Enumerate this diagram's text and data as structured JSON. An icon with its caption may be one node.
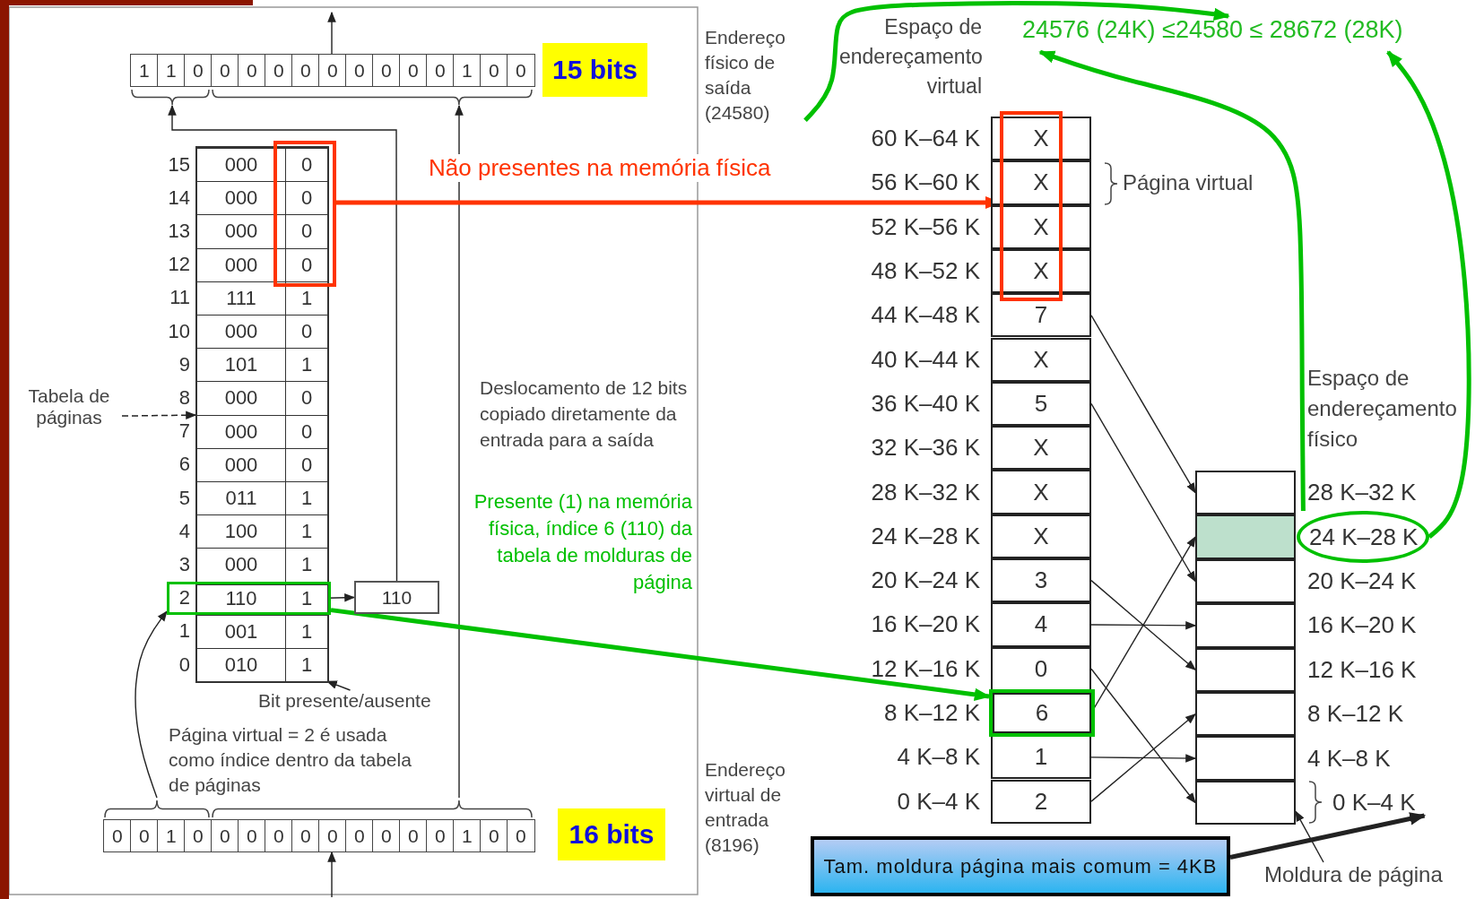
{
  "diagram": {
    "nodes": [
      {
        "text": [
          "1",
          "1",
          "0",
          "0",
          "0",
          "0",
          "0",
          "0",
          "0",
          "0",
          "0",
          "0",
          "1",
          "0",
          "0"
        ]
      },
      {
        "text": [
          "15 bits"
        ]
      },
      {
        "text": [],
        "shape": "box"
      },
      {
        "text": [],
        "shape": "box"
      },
      {
        "text": [
          "000",
          "0"
        ],
        "beside": [
          "15"
        ],
        "in": 2
      },
      {
        "text": [
          "000",
          "0"
        ],
        "beside": [
          "14"
        ],
        "in": 2
      },
      {
        "text": [
          "000",
          "0"
        ],
        "beside": [
          "13"
        ],
        "in": 2
      },
      {
        "text": [
          "000",
          "0"
        ],
        "beside": [
          "12"
        ],
        "in": 2
      },
      {
        "text": [
          "111",
          "1"
        ],
        "beside": [
          "11"
        ],
        "in": 2
      },
      {
        "text": [
          "000",
          "0"
        ],
        "beside": [
          "10"
        ],
        "in": 2
      },
      {
        "text": [
          "101",
          "1"
        ],
        "beside": [
          "9"
        ],
        "in": 2
      },
      {
        "text": [
          "000",
          "0"
        ],
        "beside": [
          "8"
        ],
        "in": 2
      },
      {
        "text": [
          "000",
          "0"
        ],
        "beside": [
          "7"
        ],
        "in": 2
      },
      {
        "text": [
          "000",
          "0"
        ],
        "beside": [
          "6"
        ],
        "in": 2
      },
      {
        "text": [
          "011",
          "1"
        ],
        "beside": [
          "5"
        ],
        "in": 2
      },
      {
        "text": [
          "100",
          "1"
        ],
        "beside": [
          "4"
        ],
        "in": 2
      },
      {
        "text": [
          "000",
          "1"
        ],
        "beside": [
          "3"
        ],
        "in": 2
      },
      {
        "text": [
          "110",
          "1"
        ],
        "beside": [
          "2"
        ],
        "in": 3
      },
      {
        "text": [
          "001",
          "1"
        ],
        "beside": [
          "1"
        ],
        "in": 2
      },
      {
        "text": [
          "010",
          "1"
        ],
        "beside": [
          "0"
        ],
        "in": 2
      },
      {
        "text": [],
        "shape": "box"
      },
      {
        "text": [
          "110"
        ]
      },
      {
        "text": [
          "Tabela de páginas"
        ]
      },
      {
        "text": [
          "Bit presente/ausente"
        ]
      },
      {
        "text": [
          "0",
          "0",
          "1",
          "0",
          "0",
          "0",
          "0",
          "0",
          "0",
          "0",
          "0",
          "0",
          "0",
          "1",
          "0",
          "0"
        ]
      },
      {
        "text": [
          "16 bits"
        ]
      },
      {
        "text": [
          "Endereço físico de saída (24580)"
        ]
      },
      {
        "text": [
          "24576 (24K) ≤24580 ≤ 28672 (28K)"
        ]
      },
      {
        "text": [],
        "shape": "box"
      },
      {
        "text": [],
        "shape": "box"
      },
      {
        "text": [
          "X"
        ],
        "beside": [
          "60 K–64 K"
        ]
      },
      {
        "text": [
          "X"
        ],
        "beside": [
          "56 K–60 K"
        ]
      },
      {
        "text": [
          "X"
        ],
        "beside": [
          "52 K–56 K"
        ]
      },
      {
        "text": [
          "X"
        ],
        "beside": [
          "48 K–52 K"
        ]
      },
      {
        "text": [
          "7"
        ],
        "beside": [
          "44 K–48 K"
        ]
      },
      {
        "text": [
          "X"
        ],
        "beside": [
          "40 K–44 K"
        ]
      },
      {
        "text": [
          "5"
        ],
        "beside": [
          "36 K–40 K"
        ]
      },
      {
        "text": [
          "X"
        ],
        "beside": [
          "32 K–36 K"
        ]
      },
      {
        "text": [
          "X"
        ],
        "beside": [
          "28 K–32 K"
        ]
      },
      {
        "text": [
          "X"
        ],
        "beside": [
          "24 K–28 K"
        ]
      },
      {
        "text": [
          "3"
        ],
        "beside": [
          "20 K–24 K"
        ]
      },
      {
        "text": [
          "4"
        ],
        "beside": [
          "16 K–20 K"
        ]
      },
      {
        "text": [
          "0"
        ],
        "beside": [
          "12 K–16 K"
        ]
      },
      {
        "text": [
          "6"
        ],
        "beside": [
          "8 K–12 K"
        ],
        "in": 29
      },
      {
        "text": [
          "1"
        ],
        "beside": [
          "4 K–8 K"
        ]
      },
      {
        "text": [
          "2"
        ],
        "beside": [
          "0 K–4 K"
        ]
      },
      {
        "text": [
          "24 K–28 K"
        ]
      },
      {
        "text": [],
        "shape": "box",
        "beside": [
          "28 K–32 K"
        ]
      },
      {
        "text": [],
        "shape": "box"
      },
      {
        "text": [],
        "shape": "box",
        "beside": [
          "20 K–24 K"
        ]
      },
      {
        "text": [],
        "shape": "box",
        "beside": [
          "16 K–20 K"
        ]
      },
      {
        "text": [],
        "shape": "box",
        "beside": [
          "12 K–16 K"
        ]
      },
      {
        "text": [],
        "shape": "box",
        "beside": [
          "8 K–12 K"
        ]
      },
      {
        "text": [],
        "shape": "box",
        "beside": [
          "4 K–8 K"
        ]
      },
      {
        "text": [],
        "shape": "box",
        "beside": [
          "0 K–4 K"
        ]
      },
      {
        "text": [
          "Tam. moldura página mais comum = 4KB"
        ]
      },
      {
        "text": [
          "Moldura de página"
        ]
      }
    ],
    "edges": [
      {
        "from": 0,
        "to": null,
        "arrow": "to"
      },
      {
        "from": 21,
        "to": 0,
        "arrow": "to"
      },
      {
        "from": 24,
        "to": 0,
        "arrow": "to"
      },
      {
        "from": null,
        "to": 24,
        "arrow": "to"
      },
      {
        "from": 24,
        "to": 3,
        "arrow": "to"
      },
      {
        "from": 17,
        "to": 21,
        "arrow": "to"
      },
      {
        "from": 22,
        "to": 2,
        "arrow": "to",
        "style": "dashed"
      },
      {
        "from": 23,
        "to": 19,
        "arrow": "to"
      },
      {
        "from": 20,
        "to": 28,
        "arrow": "to",
        "style": "thick",
        "color": "#ff3300"
      },
      {
        "from": 3,
        "to": 29,
        "arrow": "to",
        "style": "thick",
        "color": "#00c000"
      },
      {
        "from": 26,
        "to": 27,
        "arrow": "to",
        "style": "thick",
        "color": "#00c000"
      },
      {
        "from": 46,
        "to": 27,
        "arrow": "to",
        "style": "thick",
        "color": "#00c000"
      },
      {
        "from": 46,
        "to": 27,
        "arrow": "to",
        "style": "thick",
        "color": "#00c000"
      },
      {
        "from": 34,
        "to": 47,
        "arrow": "to"
      },
      {
        "from": 36,
        "to": 49,
        "arrow": "to"
      },
      {
        "from": 40,
        "to": 51,
        "arrow": "to"
      },
      {
        "from": 41,
        "to": 50,
        "arrow": "to"
      },
      {
        "from": 42,
        "to": 54,
        "arrow": "to"
      },
      {
        "from": 43,
        "to": 48,
        "arrow": "to"
      },
      {
        "from": 44,
        "to": 53,
        "arrow": "to"
      },
      {
        "from": 45,
        "to": 52,
        "arrow": "to"
      },
      {
        "from": 55,
        "to": 54,
        "arrow": "to",
        "style": "thick"
      },
      {
        "from": 56,
        "to": 54,
        "arrow": "to"
      }
    ],
    "labels": [
      "Não presentes na memória física",
      "Espaço de endereçamento virtual",
      "Página virtual",
      "Deslocamento de 12 bits copiado diretamente da entrada para a saída",
      "Espaço de endereçamento físico",
      "Presente (1) na memória física, índice 6 (110) da tabela de molduras de página",
      "Página virtual = 2 é usada como índice dentro da tabela de páginas",
      "Endereço virtual de entrada (8196)"
    ]
  }
}
